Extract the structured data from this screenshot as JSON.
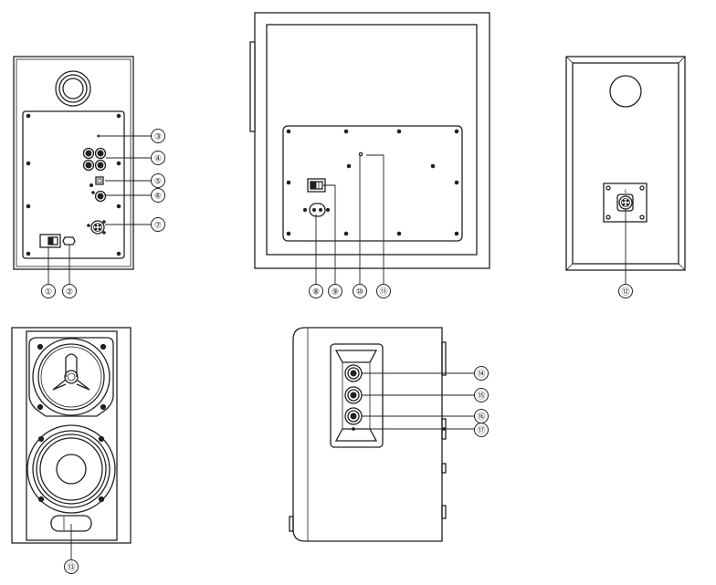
{
  "callouts": [
    {
      "label": "①"
    },
    {
      "label": "②"
    },
    {
      "label": "③"
    },
    {
      "label": "④"
    },
    {
      "label": "⑤"
    },
    {
      "label": "⑥"
    },
    {
      "label": "⑦"
    },
    {
      "label": "⑧"
    },
    {
      "label": "⑨"
    },
    {
      "label": "⑩"
    },
    {
      "label": "⑪"
    },
    {
      "label": "⑫"
    },
    {
      "label": "⑬"
    },
    {
      "label": "⑭"
    },
    {
      "label": "⑮"
    },
    {
      "label": "⑯"
    },
    {
      "label": "⑰"
    }
  ],
  "panel_text": {
    "passive_terminal": "L"
  },
  "colors": {
    "line": "#231f20",
    "background": "#ffffff"
  }
}
